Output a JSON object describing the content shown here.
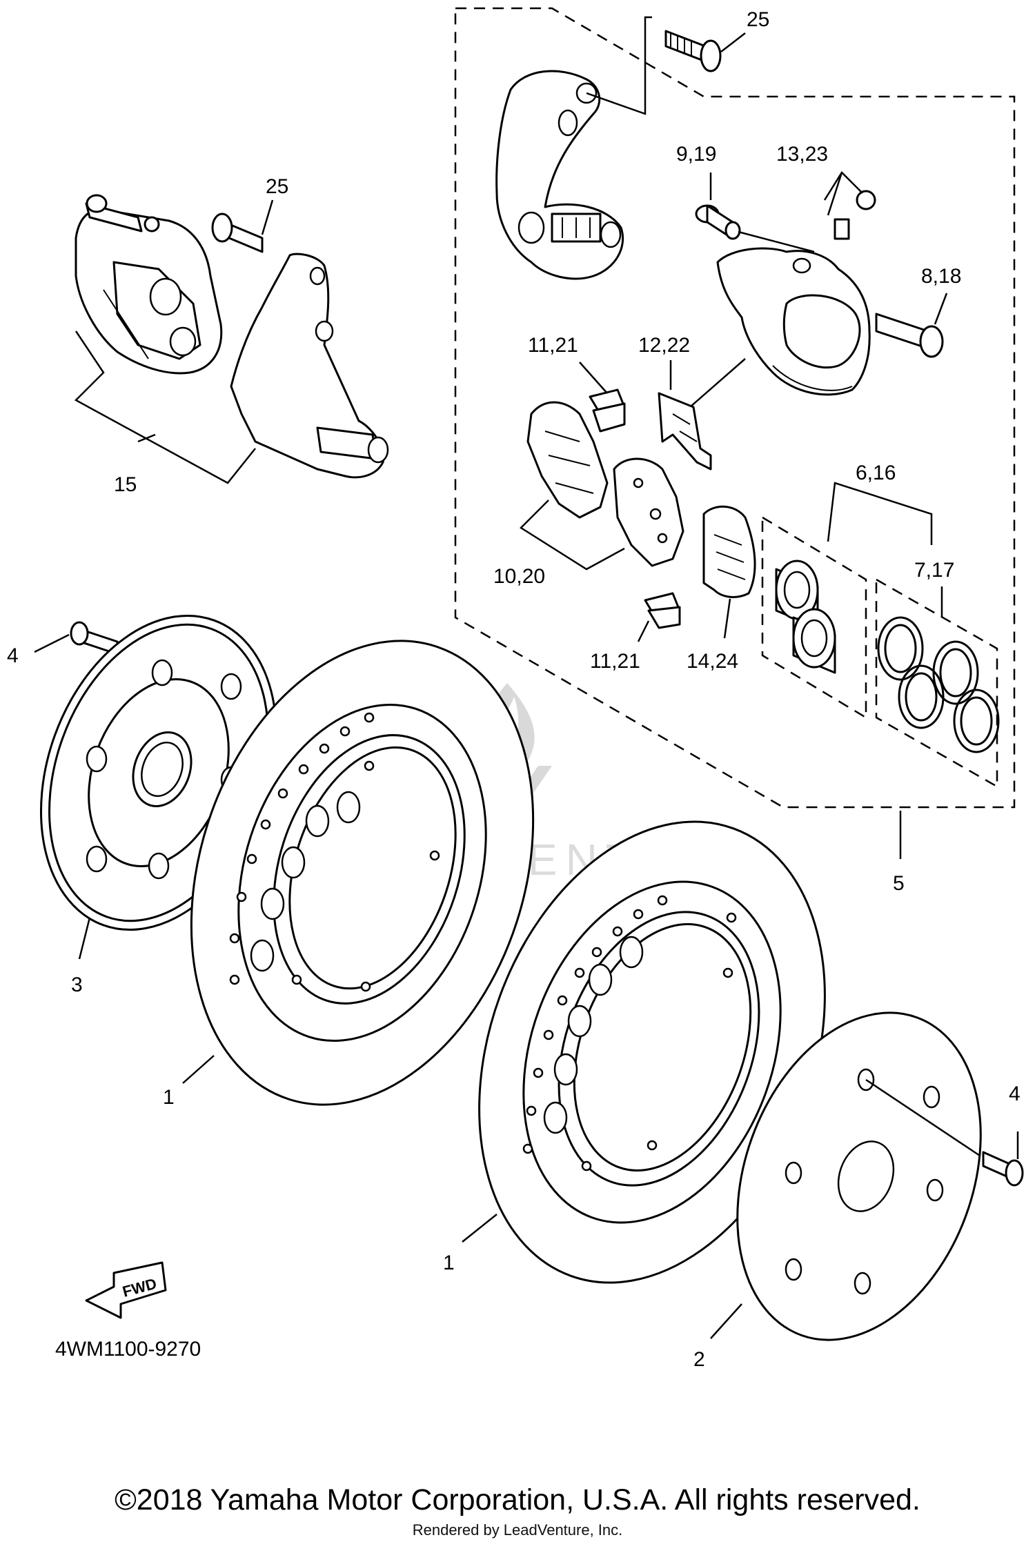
{
  "callouts": {
    "c25_top": "25",
    "c25_left": "25",
    "c9_19": "9,19",
    "c13_23": "13,23",
    "c8_18": "8,18",
    "c11_21_top": "11,21",
    "c12_22": "12,22",
    "c15": "15",
    "c10_20": "10,20",
    "c6_16": "6,16",
    "c7_17": "7,17",
    "c11_21_bottom": "11,21",
    "c14_24": "14,24",
    "c4_left": "4",
    "c5": "5",
    "c3": "3",
    "c1_left": "1",
    "c4_right": "4",
    "c1_right": "1",
    "c2": "2"
  },
  "fwd_label": "FWD",
  "diagram_code": "4WM1100-9270",
  "watermark_text": "LEADVENTURE",
  "copyright": "©2018 Yamaha Motor Corporation, U.S.A. All rights reserved.",
  "rendered_by": "Rendered by LeadVenture, Inc."
}
